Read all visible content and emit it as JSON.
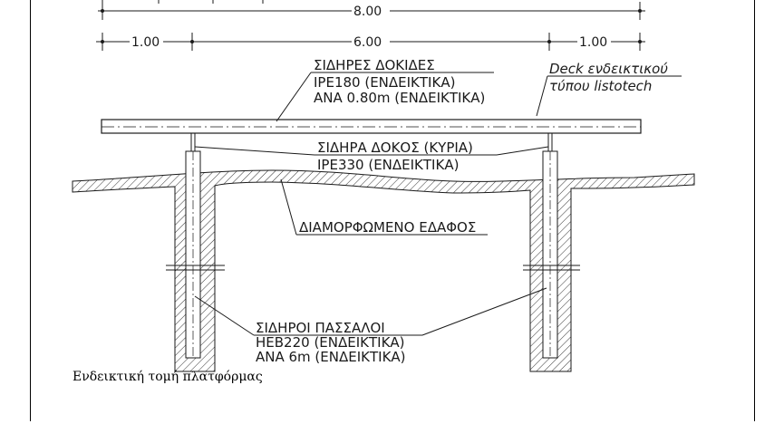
{
  "drawing": {
    "dimension_top": "8.00",
    "dimension_left": "1.00",
    "dimension_middle": "6.00",
    "dimension_right": "1.00",
    "label_beams_title": "ΣΙΔΗΡΕΣ ΔΟΚΙΔΕΣ",
    "label_beams_line1": "IPE180 (ΕΝΔΕΙΚΤΙΚΑ)",
    "label_beams_line2": "ΑΝΑ 0.80m (ΕΝΔΕΙΚΤΙΚΑ)",
    "label_deck_line1": "Deck ενδεικτικού",
    "label_deck_line2": "τύπου listotech",
    "label_main_beam_title": "ΣΙΔΗΡΑ ΔΟΚΟΣ (ΚΥΡΙΑ)",
    "label_main_beam_line1": "IPE330 (ΕΝΔΕΙΚΤΙΚΑ)",
    "label_ground": "ΔΙΑΜΟΡΦΩΜΕΝΟ ΕΔΑΦΟΣ",
    "label_piles_title": "ΣΙΔΗΡΟΙ ΠΑΣΣΑΛΟΙ",
    "label_piles_line1": "HEB220 (ΕΝΔΕΙΚΤΙΚΑ)",
    "label_piles_line2": "ΑΝΑ 6m (ΕΝΔΕΙΚΤΙΚΑ)"
  },
  "caption": "Ενδεικτική τομή πλατφόρμας",
  "colors": {
    "line": "#1a1a1a",
    "background": "#ffffff"
  }
}
